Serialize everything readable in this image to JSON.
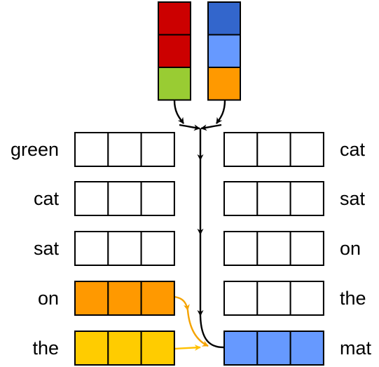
{
  "colors": {
    "red": "#cc0000",
    "green": "#99cc33",
    "dark_blue": "#3366cc",
    "light_blue": "#6699ff",
    "orange": "#ff9900",
    "yellow": "#ffcc00",
    "empty": "#ffffff",
    "black_wire": "#000000",
    "orange_wire": "#f5a300",
    "yellow_wire": "#ffc000"
  },
  "top_stacks": [
    {
      "name": "left-stack",
      "cells": [
        "red",
        "red",
        "green"
      ]
    },
    {
      "name": "right-stack",
      "cells": [
        "dark_blue",
        "light_blue",
        "orange"
      ]
    }
  ],
  "left_column": [
    {
      "word": "green",
      "fill": "empty"
    },
    {
      "word": "cat",
      "fill": "empty"
    },
    {
      "word": "sat",
      "fill": "empty"
    },
    {
      "word": "on",
      "fill": "orange"
    },
    {
      "word": "the",
      "fill": "yellow"
    }
  ],
  "right_column": [
    {
      "word": "cat",
      "fill": "empty"
    },
    {
      "word": "sat",
      "fill": "empty"
    },
    {
      "word": "on",
      "fill": "empty"
    },
    {
      "word": "the",
      "fill": "empty"
    },
    {
      "word": "mat",
      "fill": "light_blue"
    }
  ]
}
